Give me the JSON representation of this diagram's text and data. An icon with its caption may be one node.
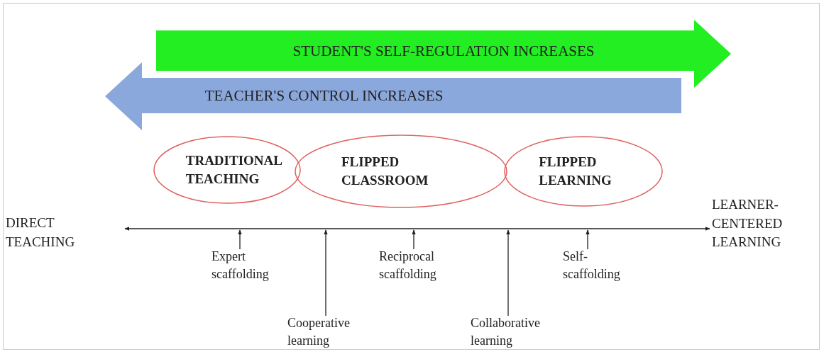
{
  "diagram": {
    "nodes": [
      {
        "text": [
          "STUDENT'S SELF-REGULATION INCREASES"
        ]
      },
      {
        "text": [
          "TEACHER'S CONTROL INCREASES"
        ]
      },
      {
        "text": [
          "TRADITIONAL TEACHING"
        ]
      },
      {
        "text": [
          "FLIPPED CLASSROOM"
        ]
      },
      {
        "text": [
          "FLIPPED LEARNING"
        ]
      },
      {
        "text": [
          "DIRECT TEACHING"
        ]
      },
      {
        "text": [
          "LEARNER-CENTERED LEARNING"
        ]
      },
      {
        "text": [
          "Expert scaffolding"
        ]
      },
      {
        "text": [
          "Cooperative learning"
        ]
      },
      {
        "text": [
          "Reciprocal scaffolding"
        ]
      },
      {
        "text": [
          "Collaborative learning"
        ]
      },
      {
        "text": [
          "Self-scaffolding"
        ]
      }
    ],
    "edges": [
      {
        "from": 5,
        "to": 6,
        "arrow": "both"
      },
      {
        "from": 7,
        "to": null,
        "arrow": "to"
      },
      {
        "from": 8,
        "to": null,
        "arrow": "to"
      },
      {
        "from": 9,
        "to": null,
        "arrow": "to"
      },
      {
        "from": 10,
        "to": null,
        "arrow": "to"
      },
      {
        "from": 11,
        "to": null,
        "arrow": "to"
      }
    ]
  }
}
